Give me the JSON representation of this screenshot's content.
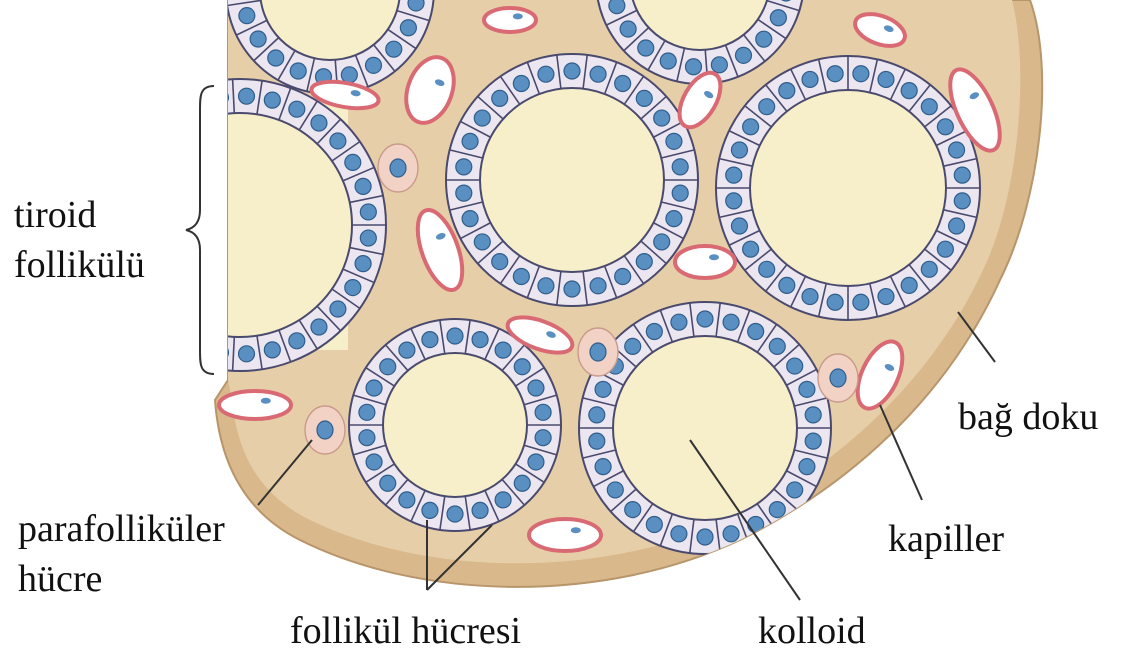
{
  "labels": {
    "thyroid_follicle": [
      "tiroid",
      "follikülü"
    ],
    "connective_tissue": "bağ doku",
    "parafollicular_cell": [
      "parafolliküler",
      "hücre"
    ],
    "capillary": "kapiller",
    "follicle_cell": "follikül hücresi",
    "colloid": "kolloid"
  },
  "colors": {
    "colloid": "#f6efc9",
    "connective_tissue": "#e2c9a0",
    "capsule": "#d9b98c",
    "cell": "#ece6f1",
    "cell_outline": "#4a4a6e",
    "nucleus": "#5a8fc2",
    "capillary_wall": "#d96a74",
    "parafollicular_cell": "#f3d2c6",
    "leader": "#333333"
  }
}
